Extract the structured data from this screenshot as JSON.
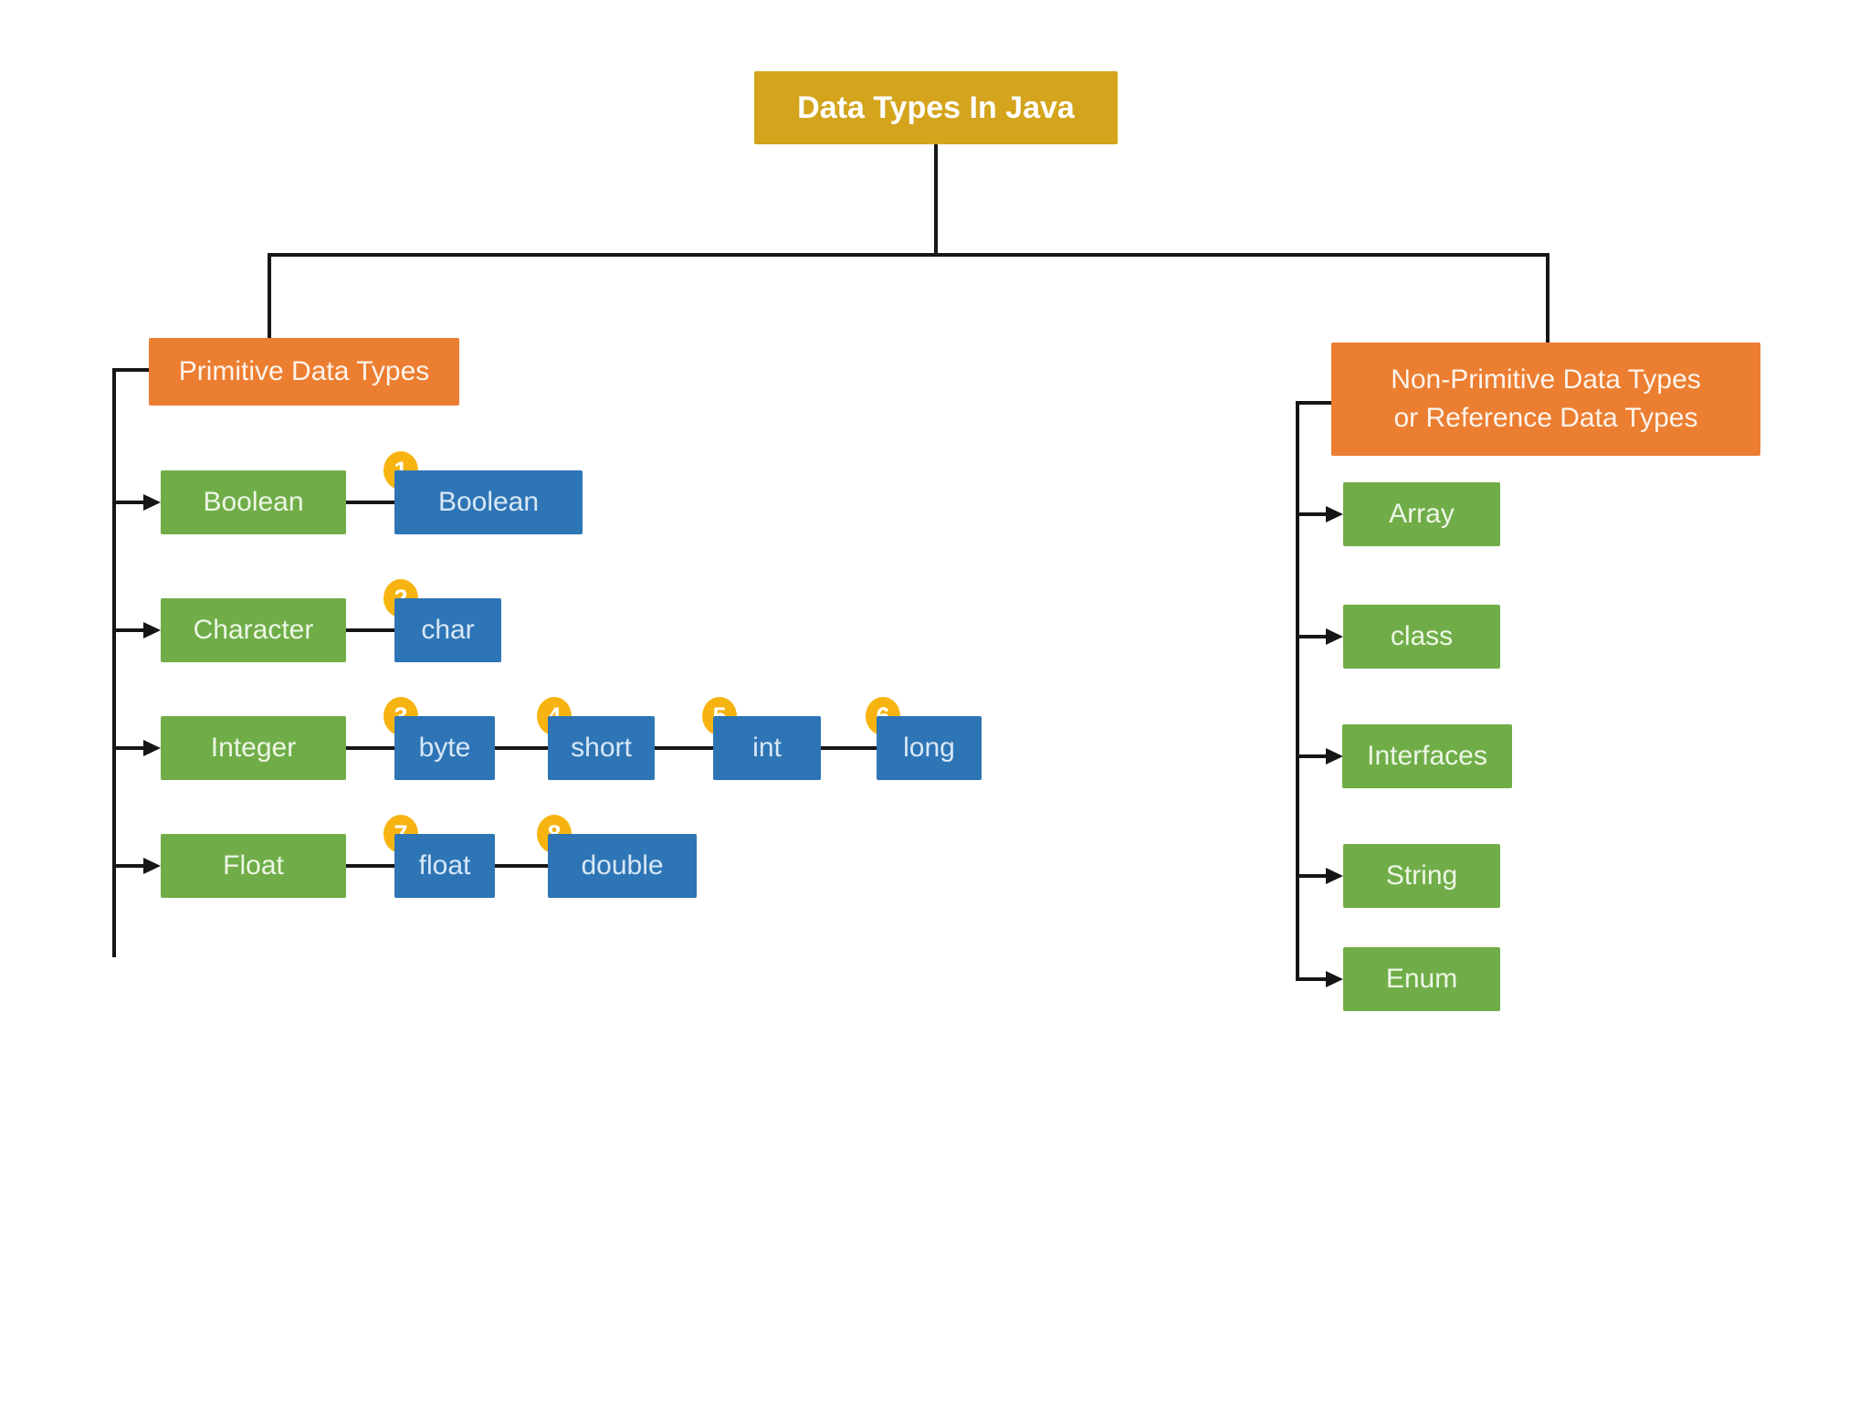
{
  "title": "Data Types In Java",
  "palette": {
    "title_bg": "#d3a41c",
    "header_bg": "#ec7e31",
    "category_bg": "#70ad48",
    "type_bg": "#2e75b6",
    "badge_bg": "#f7b411",
    "line": "#161616"
  },
  "primitive": {
    "label": "Primitive Data Types",
    "rows": [
      {
        "category": "Boolean",
        "types": [
          {
            "num": "1",
            "name": "Boolean"
          }
        ]
      },
      {
        "category": "Character",
        "types": [
          {
            "num": "2",
            "name": "char"
          }
        ]
      },
      {
        "category": "Integer",
        "types": [
          {
            "num": "3",
            "name": "byte"
          },
          {
            "num": "4",
            "name": "short"
          },
          {
            "num": "5",
            "name": "int"
          },
          {
            "num": "6",
            "name": "long"
          }
        ]
      },
      {
        "category": "Float",
        "types": [
          {
            "num": "7",
            "name": "float"
          },
          {
            "num": "8",
            "name": "double"
          }
        ]
      }
    ]
  },
  "non_primitive": {
    "label_line1": "Non-Primitive Data Types",
    "label_line2": "or Reference Data Types",
    "items": [
      {
        "name": "Array"
      },
      {
        "name": "class"
      },
      {
        "name": "Interfaces"
      },
      {
        "name": "String"
      },
      {
        "name": "Enum"
      }
    ]
  }
}
